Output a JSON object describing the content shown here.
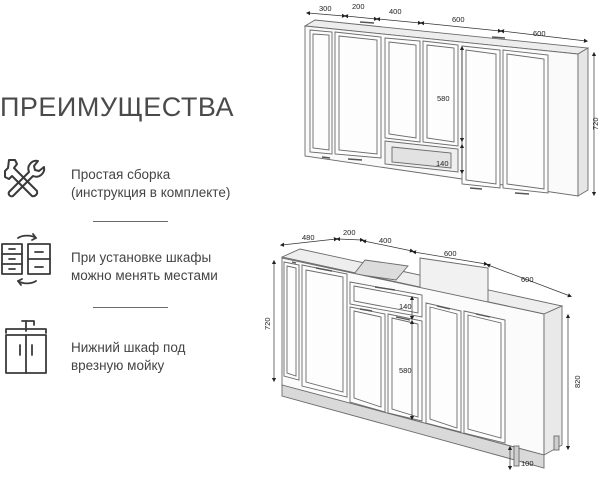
{
  "title": "ПРЕИМУЩЕСТВА",
  "features": [
    {
      "line1": "Простая сборка",
      "line2": "(инструкция в комплекте)"
    },
    {
      "line1": "При установке шкафы",
      "line2": "можно менять местами"
    },
    {
      "line1": "Нижний шкаф под",
      "line2": "врезную мойку"
    }
  ],
  "upper_dims": {
    "w1": "300",
    "w2": "200",
    "w3": "400",
    "w4": "600",
    "w5": "600",
    "h_total": "720",
    "h_door": "580",
    "h_niche": "140"
  },
  "lower_dims": {
    "w1": "480",
    "w2": "200",
    "w3": "400",
    "w4": "600",
    "w5": "600",
    "h_top": "720",
    "h_drawer": "140",
    "h_door": "580",
    "h_total": "820",
    "h_leg": "100"
  },
  "colors": {
    "line": "#6b6b6b",
    "panel": "#f7f7f7",
    "dim": "#222222"
  }
}
